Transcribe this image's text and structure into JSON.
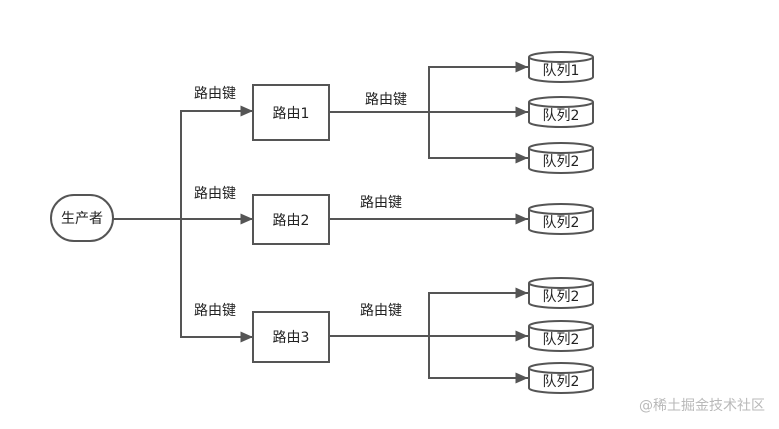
{
  "producer": {
    "label": "生产者"
  },
  "routes": [
    {
      "key_label_in": "路由键",
      "router_label": "路由1",
      "key_label_out": "路由键",
      "queues": [
        "队列1",
        "队列2",
        "队列2"
      ]
    },
    {
      "key_label_in": "路由键",
      "router_label": "路由2",
      "key_label_out": "路由键",
      "queues": [
        "队列2"
      ]
    },
    {
      "key_label_in": "路由键",
      "router_label": "路由3",
      "key_label_out": "路由键",
      "queues": [
        "队列2",
        "队列2",
        "队列2"
      ]
    }
  ],
  "watermark": "@稀土掘金技术社区",
  "colors": {
    "stroke": "#555555",
    "text": "#222222",
    "watermark": "#b9b9b9"
  }
}
